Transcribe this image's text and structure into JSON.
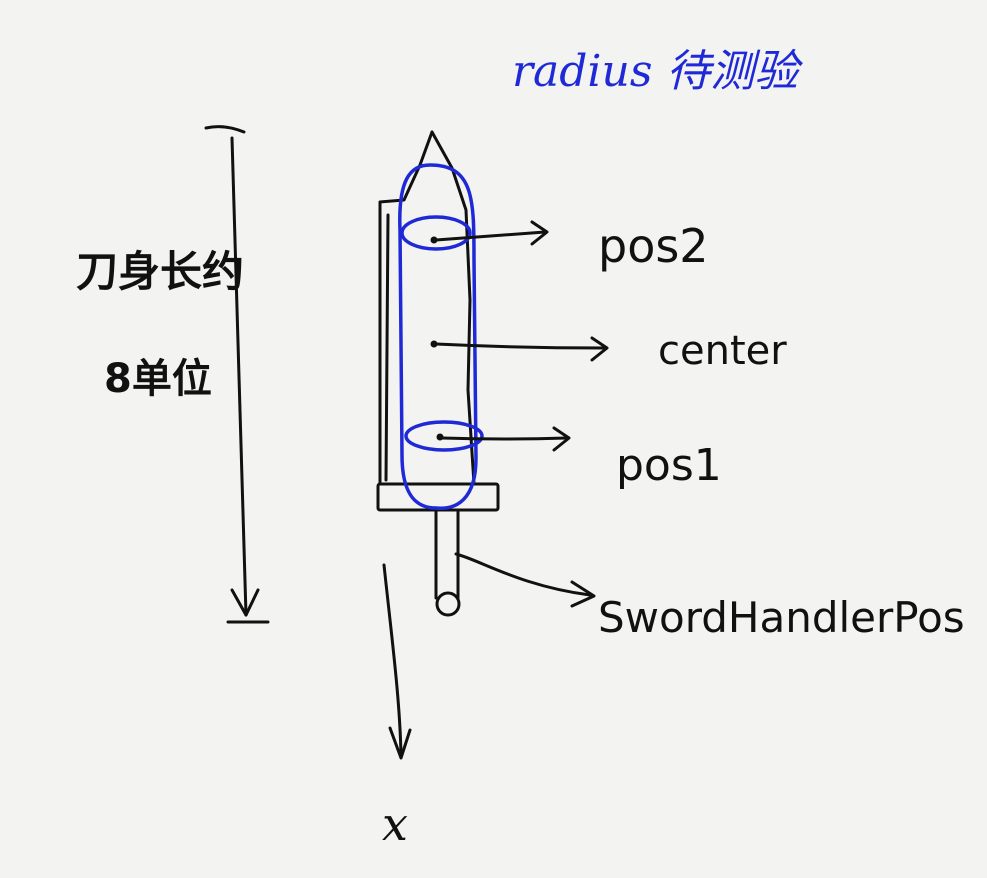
{
  "annotations": {
    "radius_note": "radius 待测验",
    "blade_length": "刀身长约",
    "units": "8单位",
    "pos2": "pos2",
    "center": "center",
    "pos1": "pos1",
    "handle": "SwordHandlerPos",
    "axis_x": "x"
  },
  "colors": {
    "ink": "#111111",
    "blue_ink": "#1f2ad6",
    "paper": "#f3f3f1"
  }
}
